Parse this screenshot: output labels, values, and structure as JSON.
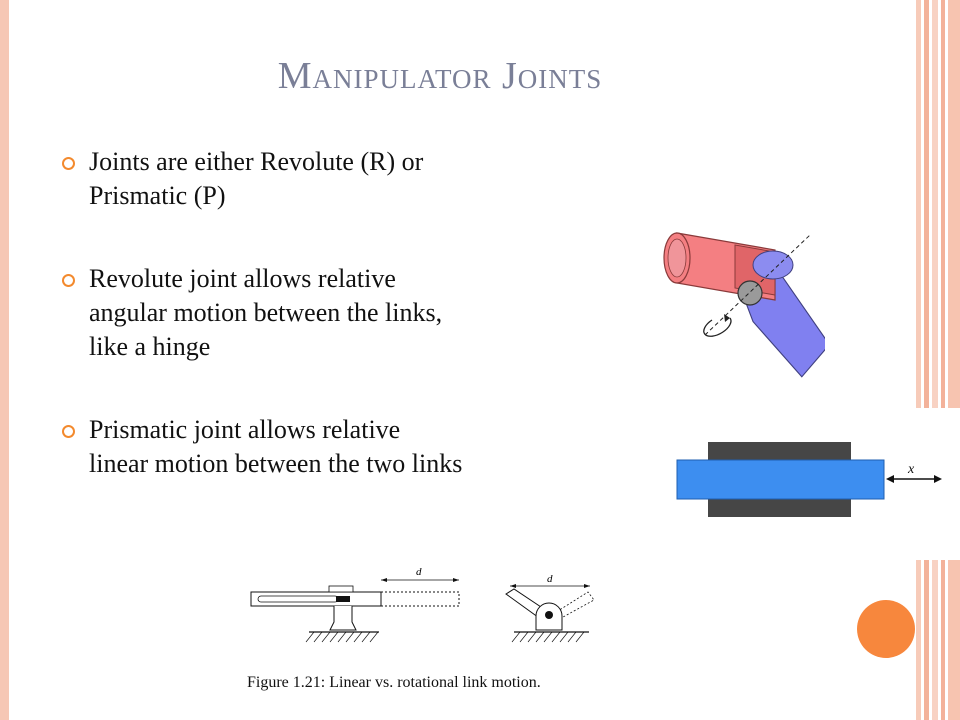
{
  "slide": {
    "title_initial_1": "M",
    "title_rest_1": "anipulator",
    "title_initial_2": "J",
    "title_rest_2": "oints",
    "bullets": [
      {
        "line1": "Joints are either Revolute (R) or",
        "line2": "Prismatic (P)"
      },
      {
        "line1": "Revolute joint allows relative",
        "line2": "angular motion between the links,",
        "line3": "like a hinge"
      },
      {
        "line1": "Prismatic joint allows relative",
        "line2": "linear motion between the two links"
      }
    ],
    "prismatic_label": "x",
    "figure_labels": {
      "left_d": "d",
      "right_d": "d"
    },
    "caption": "Figure 1.21: Linear vs. rotational link motion."
  },
  "colors": {
    "title": "#7a7f97",
    "bullet_marker": "#f38a2e",
    "accent_circle": "#f7873d",
    "border": "#f6c7b5",
    "link_red": "#f47f82",
    "link_blue": "#8080f0",
    "prismatic_blue": "#3d8ef0",
    "prismatic_dark": "#464646"
  }
}
